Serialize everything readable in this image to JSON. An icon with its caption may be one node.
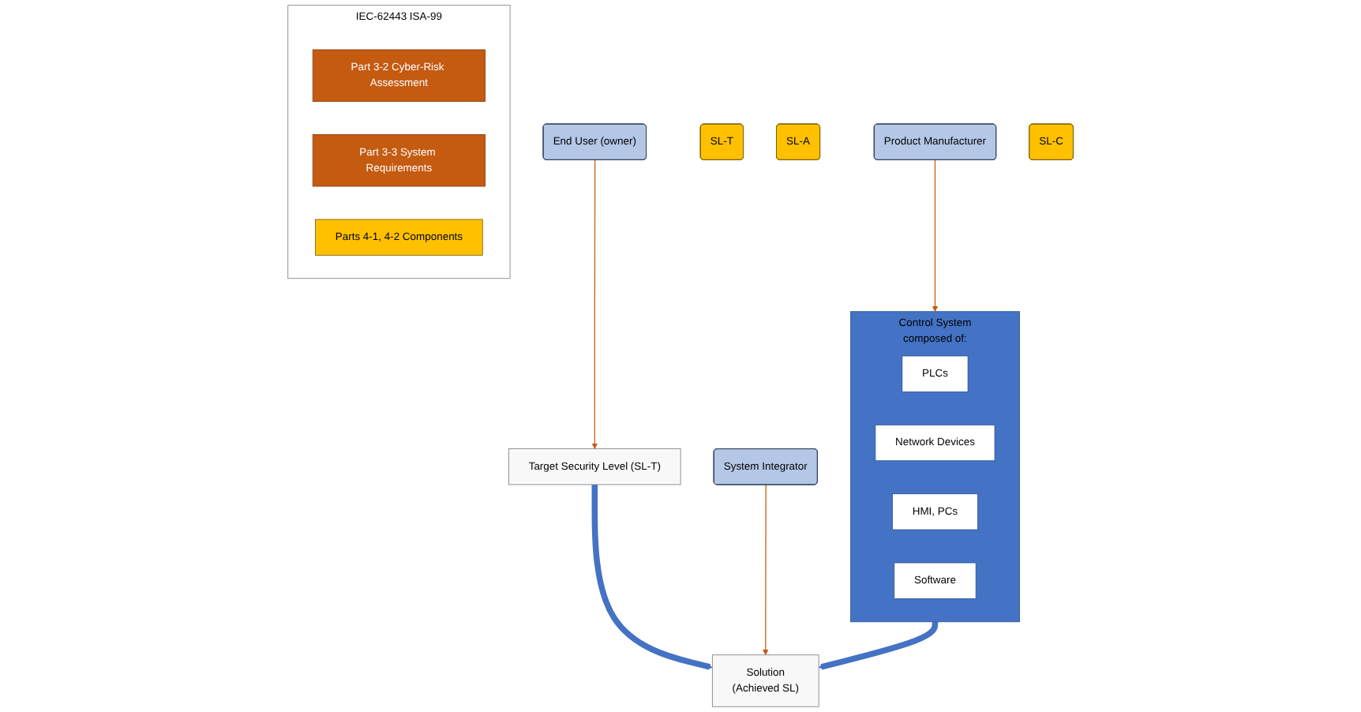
{
  "diagram": {
    "nodes": [
      {
        "text": [
          "End User (owner)"
        ]
      },
      {
        "text": [
          "Target Security Level (SL-T)"
        ]
      },
      {
        "text": [
          "SL-T"
        ]
      },
      {
        "text": [
          "System Integrator"
        ]
      },
      {
        "text": [
          "Solution",
          "(Achieved SL)"
        ]
      },
      {
        "text": [
          "SL-A"
        ]
      },
      {
        "text": [
          "Product Manufacturer"
        ]
      },
      {
        "text": [
          "Control System",
          "composed of:"
        ]
      },
      {
        "text": [
          "PLCs"
        ],
        "in": 7
      },
      {
        "text": [
          "Network Devices"
        ],
        "in": 7
      },
      {
        "text": [
          "HMI, PCs"
        ],
        "in": 7
      },
      {
        "text": [
          "Software"
        ],
        "in": 7
      },
      {
        "text": [
          "SL-C"
        ]
      },
      {
        "text": [
          "IEC-62443 ISA-99"
        ]
      },
      {
        "text": [
          "Part 3-2 Cyber-Risk Assessment"
        ],
        "in": 13
      },
      {
        "text": [
          "Part 3-3 System Requirements"
        ],
        "in": 13
      },
      {
        "text": [
          "Parts 4-1, 4-2 Components"
        ],
        "in": 13
      }
    ],
    "edges": [
      {
        "from": 0,
        "to": 1,
        "arrow": "to"
      },
      {
        "from": 1,
        "to": 4,
        "arrow": "to",
        "style": "thick",
        "color": "#4472c4"
      },
      {
        "from": 3,
        "to": 4,
        "arrow": "to"
      },
      {
        "from": 7,
        "to": 4,
        "arrow": "to",
        "style": "thick",
        "color": "#4472c4"
      },
      {
        "from": 6,
        "to": 7,
        "arrow": "to"
      }
    ]
  }
}
